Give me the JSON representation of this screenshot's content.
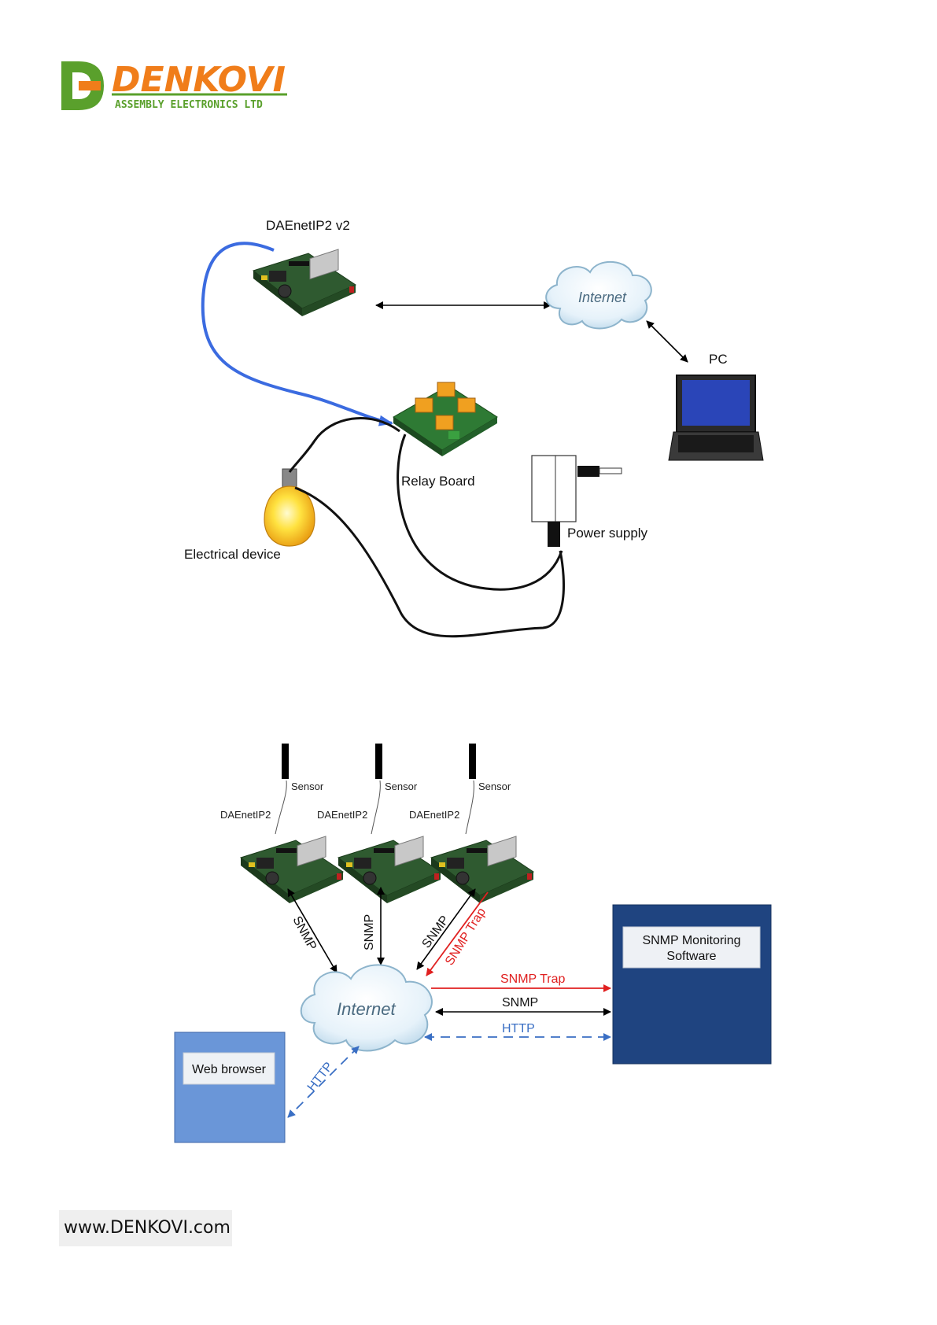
{
  "logo": {
    "brand": "DENKOVI",
    "tagline": "ASSEMBLY ELECTRONICS LTD",
    "brand_color": "#f07d1a",
    "mark_color": "#5aa02c"
  },
  "diagram1": {
    "device_label": "DAEnetIP2 v2",
    "internet_label": "Internet",
    "pc_label": "PC",
    "relay_label": "Relay Board",
    "power_label": "Power supply",
    "electrical_label": "Electrical device"
  },
  "diagram2": {
    "sensor_label": "Sensor",
    "device_label": "DAEnetIP2",
    "internet_label": "Internet",
    "snmp_label": "SNMP",
    "snmp_trap_label": "SNMP Trap",
    "http_label": "HTTP",
    "monitoring_line1": "SNMP Monitoring",
    "monitoring_line2": "Software",
    "web_browser_label": "Web browser",
    "colors": {
      "snmp": "#000000",
      "trap": "#e02020",
      "http": "#3a6fc4",
      "monitor_box": "#1f4480",
      "browser_box": "#6a96d8"
    }
  },
  "footer": {
    "url": "www.DENKOVI.com"
  }
}
